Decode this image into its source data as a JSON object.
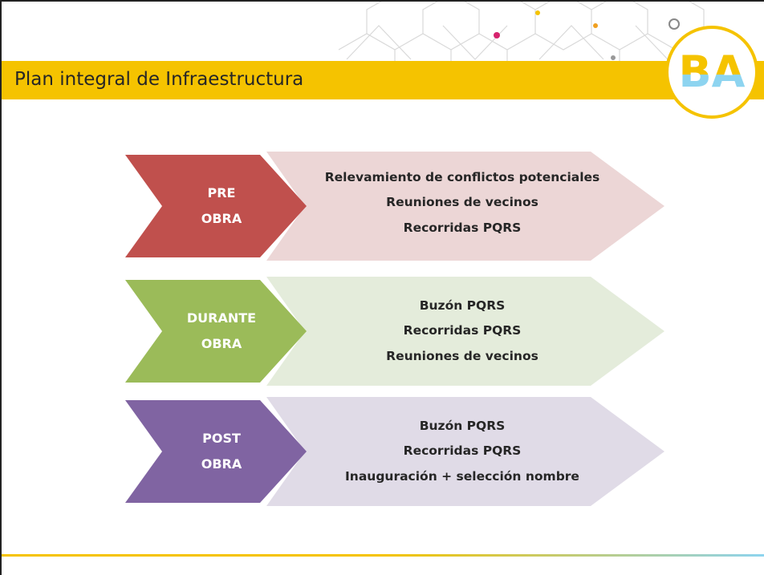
{
  "header": {
    "title": "Plan integral de Infraestructura",
    "logo_text": "BA",
    "bar_color": "#f5c300"
  },
  "stages": [
    {
      "label_line1": "PRE",
      "label_line2": "OBRA",
      "chevron_color": "#c0504d",
      "panel_color": "#ecd6d6",
      "items": [
        "Relevamiento de conflictos potenciales",
        "Reuniones de vecinos",
        "Recorridas PQRS"
      ]
    },
    {
      "label_line1": "DURANTE",
      "label_line2": "OBRA",
      "chevron_color": "#9bbb59",
      "panel_color": "#e4ecdb",
      "items": [
        "Buzón PQRS",
        "Recorridas PQRS",
        "Reuniones de vecinos"
      ]
    },
    {
      "label_line1": "POST",
      "label_line2": "OBRA",
      "chevron_color": "#8064a2",
      "panel_color": "#e0dbe7",
      "items": [
        "Buzón PQRS",
        "Recorridas PQRS",
        "Inauguración + selección nombre"
      ]
    }
  ]
}
